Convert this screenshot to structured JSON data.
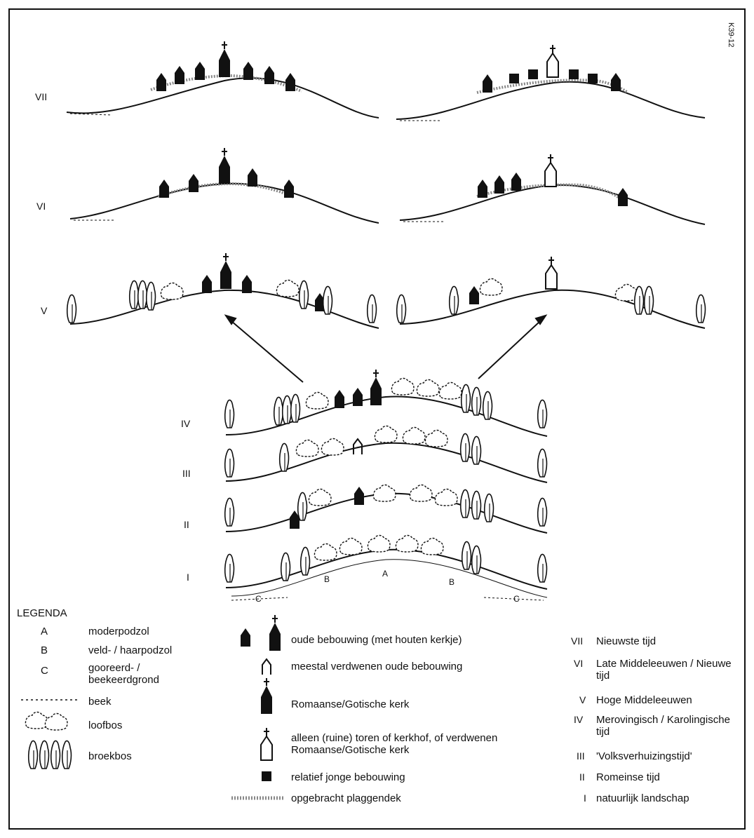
{
  "figure_code": "K39-12",
  "periods": [
    "VII",
    "VI",
    "V",
    "IV",
    "III",
    "II",
    "I"
  ],
  "soil_letters": {
    "A": "A",
    "B": "B",
    "C": "C"
  },
  "legend": {
    "heading": "LEGENDA",
    "soils": [
      {
        "key": "A",
        "label": "moderpodzol"
      },
      {
        "key": "B",
        "label": "veld- / haarpodzol"
      },
      {
        "key": "C",
        "label": "gooreerd- / beekeerdgrond"
      }
    ],
    "symbols": [
      {
        "key": "beek",
        "label": "beek"
      },
      {
        "key": "loofbos",
        "label": "loofbos"
      },
      {
        "key": "broekbos",
        "label": "broekbos"
      }
    ],
    "buildings": [
      {
        "label": "oude bebouwing (met houten kerkje)"
      },
      {
        "label": "meestal verdwenen oude bebouwing"
      },
      {
        "label": "Romaanse/Gotische kerk"
      },
      {
        "label": "alleen (ruine) toren of kerkhof, of verdwenen Romaanse/Gotische kerk"
      },
      {
        "label": "relatief jonge bebouwing"
      },
      {
        "label": "opgebracht plaggendek"
      }
    ],
    "periods": [
      {
        "code": "VII",
        "label": "Nieuwste tijd"
      },
      {
        "code": "VI",
        "label": "Late Middeleeuwen / Nieuwe tijd"
      },
      {
        "code": "V",
        "label": "Hoge Middeleeuwen"
      },
      {
        "code": "IV",
        "label": "Merovingisch / Karolingische tijd"
      },
      {
        "code": "III",
        "label": "'Volksverhuizingstijd'"
      },
      {
        "code": "II",
        "label": "Romeinse tijd"
      },
      {
        "code": "I",
        "label": "natuurlijk landschap"
      }
    ]
  }
}
